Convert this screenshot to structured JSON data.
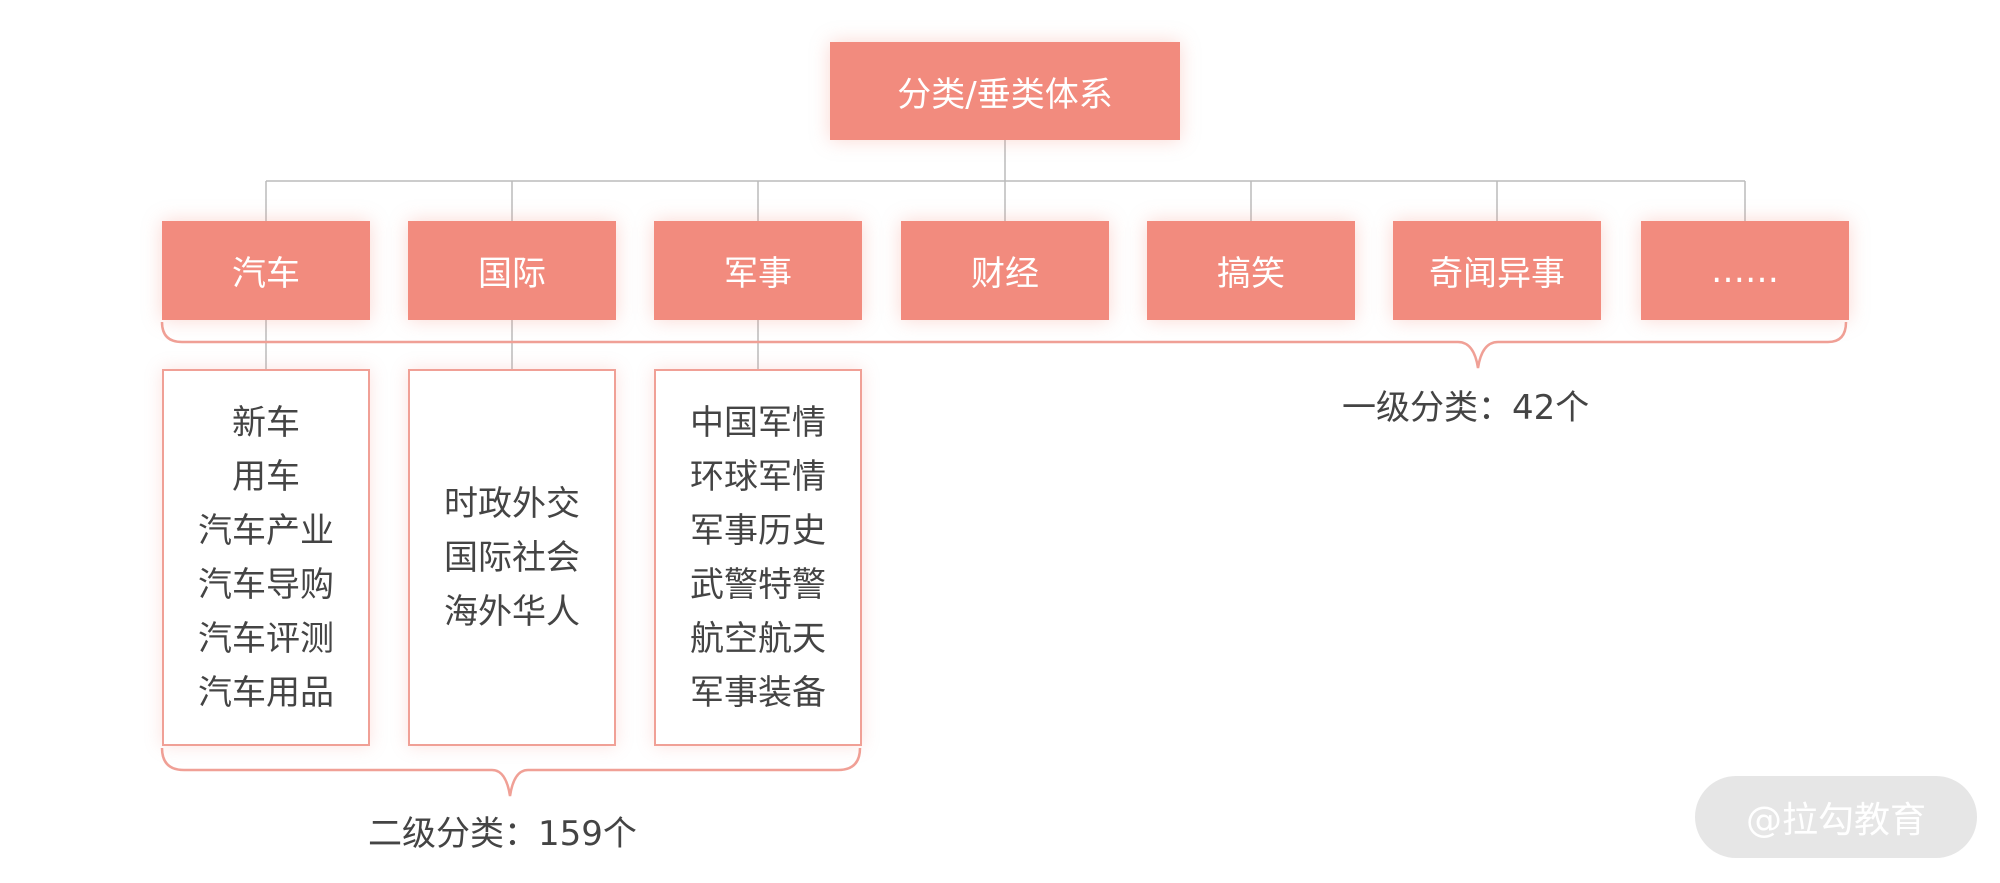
{
  "root": {
    "label": "分类/垂类体系"
  },
  "categories": [
    {
      "label": "汽车"
    },
    {
      "label": "国际"
    },
    {
      "label": "军事"
    },
    {
      "label": "财经"
    },
    {
      "label": "搞笑"
    },
    {
      "label": "奇闻异事"
    },
    {
      "label": "……"
    }
  ],
  "subcategories": [
    {
      "items": [
        "新车",
        "用车",
        "汽车产业",
        "汽车导购",
        "汽车评测",
        "汽车用品"
      ]
    },
    {
      "items": [
        "时政外交",
        "国际社会",
        "海外华人"
      ]
    },
    {
      "items": [
        "中国军情",
        "环球军情",
        "军事历史",
        "武警特警",
        "航空航天",
        "军事装备"
      ]
    }
  ],
  "captions": {
    "level1": "一级分类：42个",
    "level2": "二级分类：159个"
  },
  "watermark": {
    "text": "@拉勾教育"
  },
  "colors": {
    "node_fill": "#f28b7e",
    "node_text": "#ffffff",
    "bracket": "#f0a096",
    "connector": "#bbbbbb",
    "body_text": "#444444"
  }
}
